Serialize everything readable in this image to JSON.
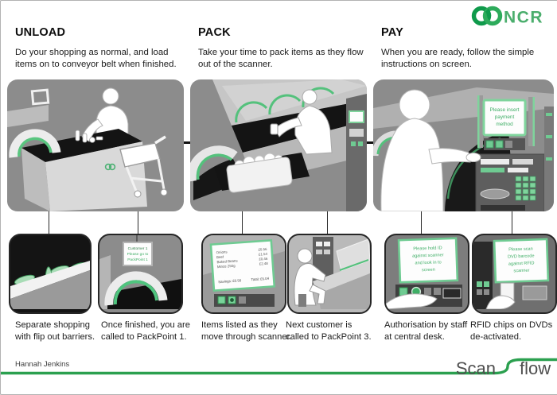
{
  "brand": {
    "name": "NCR"
  },
  "accent_color": "#2ba04f",
  "sections": [
    {
      "title": "UNLOAD",
      "description": "Do your shopping as normal, and load items on to conveyor belt when finished.",
      "captions": [
        "Separate shopping with flip out barriers.",
        "Once finished, you are called to PackPoint 1."
      ]
    },
    {
      "title": "PACK",
      "description": "Take your time to pack items as they flow out of the scanner.",
      "captions": [
        "Items listed as they move through scanner.",
        "Next customer is called to PackPoint 3."
      ]
    },
    {
      "title": "PAY",
      "description": "When you are ready, follow the simple instructions on screen.",
      "captions": [
        "Authorisation by staff at central desk.",
        "RFID chips on DVDs de-activated."
      ]
    }
  ],
  "screens": {
    "packpoint_sign": {
      "lines": [
        "Customer 1",
        "Please go to",
        "PackPoint 1"
      ]
    },
    "items_list": {
      "items": [
        {
          "name": "Onions",
          "price": "£0.56"
        },
        {
          "name": "Beef",
          "price": "£1.54"
        },
        {
          "name": "Baked Beans",
          "price": "£0.46"
        },
        {
          "name": "Mince 250g",
          "price": "£2.48"
        }
      ],
      "savings": "Savings: £0.50",
      "total": "Total: £5.04"
    },
    "payment": {
      "lines": [
        "Please insert",
        "payment",
        "method"
      ]
    },
    "id_check": {
      "lines": [
        "Please hold ID",
        "against scanner",
        "and look in to",
        "screen"
      ]
    },
    "dvd": {
      "lines": [
        "Please scan",
        "DVD barcode",
        "against RFID",
        "scanner"
      ]
    }
  },
  "footer": {
    "author": "Hannah Jenkins",
    "logo": {
      "part1": "Scan",
      "part2": "flow"
    }
  }
}
